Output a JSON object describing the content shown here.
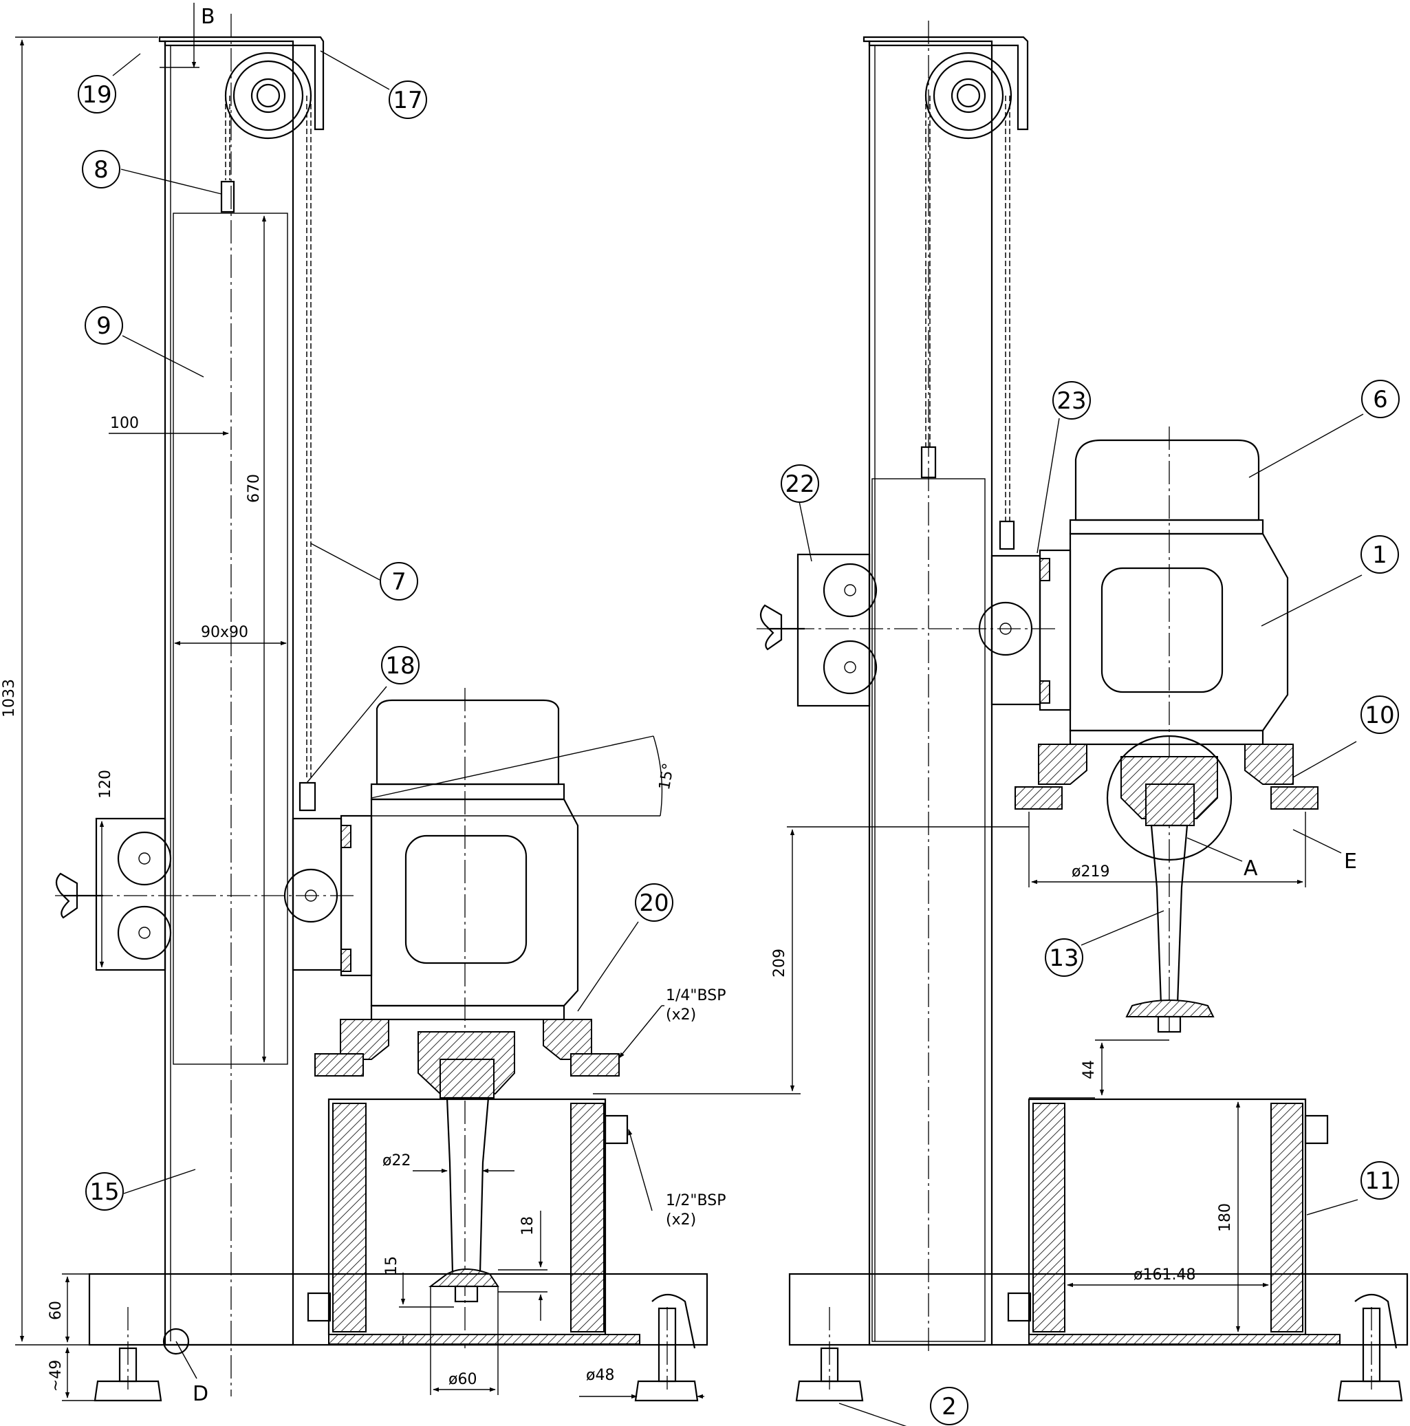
{
  "drawing": {
    "views": [
      "front-section-lowered",
      "front-section-raised"
    ]
  },
  "balloons": [
    {
      "n": "19"
    },
    {
      "n": "17"
    },
    {
      "n": "8"
    },
    {
      "n": "9"
    },
    {
      "n": "7"
    },
    {
      "n": "18"
    },
    {
      "n": "20"
    },
    {
      "n": "15"
    },
    {
      "n": "22"
    },
    {
      "n": "23"
    },
    {
      "n": "6"
    },
    {
      "n": "1"
    },
    {
      "n": "10"
    },
    {
      "n": "13"
    },
    {
      "n": "11"
    },
    {
      "n": "2"
    }
  ],
  "section_letters": {
    "b": "B",
    "d": "D",
    "a": "A",
    "e": "E"
  },
  "dimensions": {
    "overall_height": "1033",
    "column_offset": "100",
    "column_length": "670",
    "column_section": "90x90",
    "clamp_height": "120",
    "tilt_angle": "15°",
    "stroke": "209",
    "flange_dia": "ø219",
    "shaft_dia": "ø22",
    "impeller_dia": "ø60",
    "foot_dia": "ø48",
    "base_height": "60",
    "foot_height": "~49",
    "bottom_gap": "15",
    "impeller_height": "18",
    "clearance": "44",
    "vessel_depth": "180",
    "vessel_dia": "ø161.48"
  },
  "notes": {
    "port_quarter": "1/4\"BSP",
    "port_quarter_qty": "(x2)",
    "port_half": "1/2\"BSP",
    "port_half_qty": "(x2)"
  }
}
